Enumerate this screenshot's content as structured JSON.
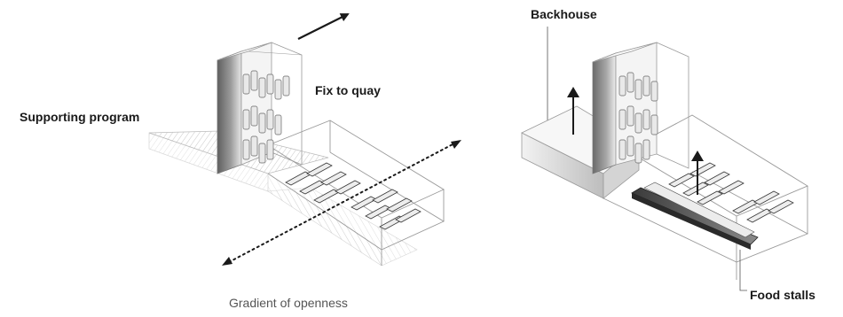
{
  "labels": {
    "supporting_program": "Supporting program",
    "fix_to_quay": "Fix to quay",
    "gradient_of_openness": "Gradient of openness",
    "backhouse": "Backhouse",
    "food_stalls": "Food stalls"
  },
  "colors": {
    "text": "#1a1a1a",
    "muted_text": "#555555",
    "outline": "#9a9a9a",
    "arrow": "#1a1a1a",
    "tower_shadow": "#6e6e6e",
    "tower_light": "#ececec",
    "ground_hatch": "#c8c8c8"
  },
  "icons": {
    "direction_arrow": "arrow-up-right-icon",
    "openness_arrow": "double-headed-dotted-arrow-icon",
    "lift_arrow": "arrow-up-icon"
  }
}
